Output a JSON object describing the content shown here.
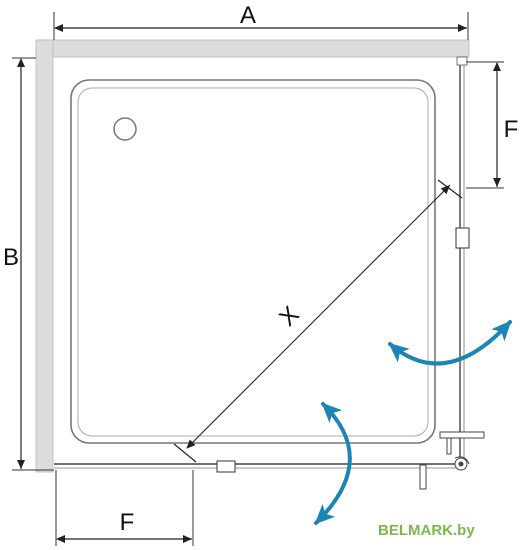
{
  "diagram": {
    "dimension_labels": {
      "width": "A",
      "depth": "B",
      "diagonal": "X",
      "door_right": "F",
      "door_bottom": "F"
    },
    "watermark": "BELMARK.by"
  },
  "colors": {
    "wall": "#dcdcdc",
    "line": "#222222",
    "arrow": "#1b86b5",
    "watermark": "#7db84a"
  },
  "icons": {
    "swing_arrows": "curved-double-arrow-icon",
    "drain": "drain-circle-icon",
    "hinges": "hinge-icon"
  }
}
